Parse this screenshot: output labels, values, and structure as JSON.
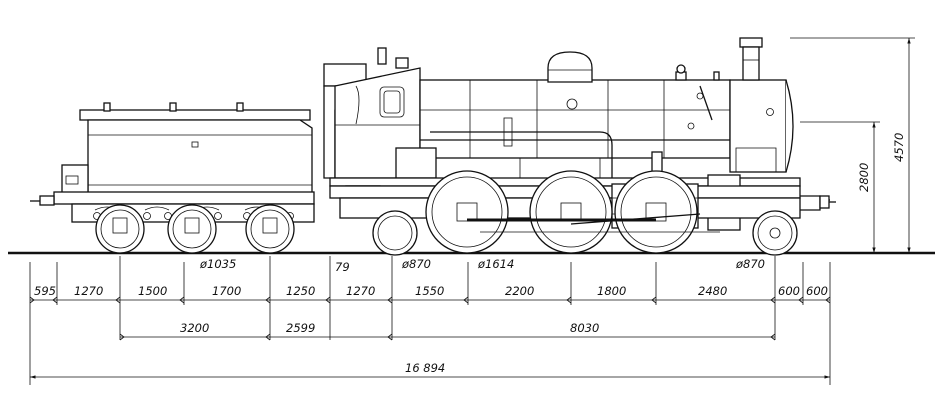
{
  "wheel_labels": {
    "tender_wheel": "ø1035",
    "gap": "79",
    "bogie_wheel": "ø870",
    "driving_wheel": "ø1614",
    "trailing_wheel": "ø870"
  },
  "dimensions_row1": [
    "595",
    "1270",
    "1500",
    "1700",
    "1250",
    "1270",
    "1550",
    "2200",
    "1800",
    "2480",
    "600",
    "600"
  ],
  "dimensions_row2": [
    "3200",
    "2599",
    "8030"
  ],
  "dimensions_total": "16 894",
  "heights": {
    "boiler_axis": "2800",
    "chimney_top": "4570"
  }
}
